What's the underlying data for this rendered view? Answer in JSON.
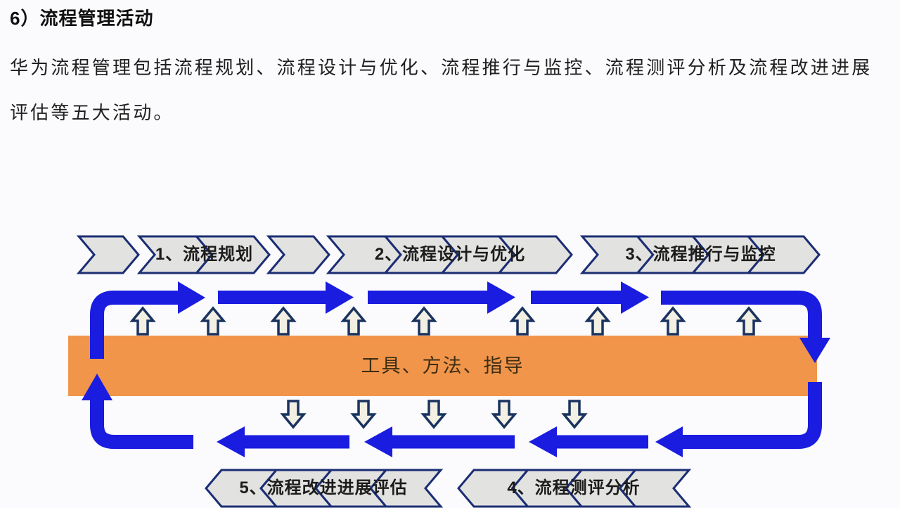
{
  "title": "6）流程管理活动",
  "paragraph": {
    "line1": "华为流程管理包括流程规划、流程设计与优化、流程推行与监控、流程测评分析及流程改进进展",
    "line2": "评估等五大活动。"
  },
  "diagram": {
    "center_band": {
      "label": "工具、方法、指导",
      "color": "#f0954a",
      "text_color": "#3e2d14"
    },
    "loop_color": "#1a1ce0",
    "chevron": {
      "fill": "#e2e2e0",
      "stroke": "#1b2d73",
      "text_color": "#1c1c1c"
    },
    "small_arrow": {
      "fill": "#f2efe3",
      "stroke": "#1a335f"
    },
    "top_banners": [
      {
        "id": "blank-lead",
        "label": ""
      },
      {
        "id": "step-1",
        "label": "1、流程规划"
      },
      {
        "id": "blank-mid",
        "label": ""
      },
      {
        "id": "step-2",
        "label": "2、流程设计与优化"
      },
      {
        "id": "step-3",
        "label": "3、流程推行与监控"
      }
    ],
    "bottom_banners": [
      {
        "id": "step-5",
        "label": "5、流程改进进展评估"
      },
      {
        "id": "step-4",
        "label": "4、流程测评分析"
      }
    ],
    "up_arrow_count": 9,
    "down_arrow_count": 5
  }
}
